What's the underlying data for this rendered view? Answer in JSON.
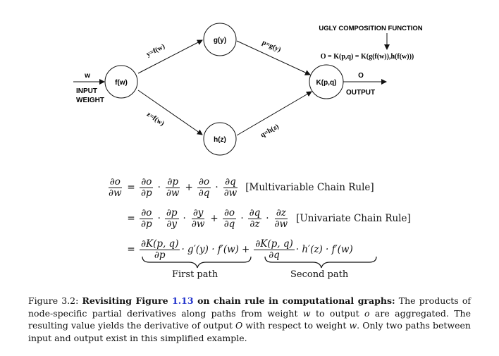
{
  "diagram": {
    "title": "UGLY COMPOSITION FUNCTION",
    "composition": "O = K(p,q) = K(g(f(w)),h(f(w)))",
    "input": {
      "symbol": "w",
      "label_line1": "INPUT",
      "label_line2": "WEIGHT"
    },
    "output": {
      "symbol": "O",
      "label": "OUTPUT"
    },
    "nodes": {
      "f": "f(w)",
      "g": "g(y)",
      "h": "h(z)",
      "K": "K(p,q)"
    },
    "edges": {
      "y": "y=f(w)",
      "z": "z=f(w)",
      "p": "p=g(y)",
      "q": "q=h(z)"
    }
  },
  "equations": {
    "lhs_num": "∂o",
    "lhs_den": "∂w",
    "row1": {
      "t1_num": "∂o",
      "t1_den": "∂p",
      "t2_num": "∂p",
      "t2_den": "∂w",
      "t3_num": "∂o",
      "t3_den": "∂q",
      "t4_num": "∂q",
      "t4_den": "∂w",
      "tag": "[Multivariable Chain Rule]"
    },
    "row2": {
      "a1n": "∂o",
      "a1d": "∂p",
      "a2n": "∂p",
      "a2d": "∂y",
      "a3n": "∂y",
      "a3d": "∂w",
      "b1n": "∂o",
      "b1d": "∂q",
      "b2n": "∂q",
      "b2d": "∂z",
      "b3n": "∂z",
      "b3d": "∂w",
      "tag": "[Univariate Chain Rule]"
    },
    "row3": {
      "k1n": "∂K(p, q)",
      "k1d": "∂p",
      "tail1": "· g′(y) · f′(w)",
      "k2n": "∂K(p, q)",
      "k2d": "∂q",
      "tail2": "· h′(z) · f′(w)"
    },
    "first_path": "First path",
    "second_path": "Second path"
  },
  "caption": {
    "prefix": "Figure 3.2: ",
    "bold1": "Revisiting Figure ",
    "ref": "1.13",
    "bold2": " on chain rule in computational graphs:",
    "text1": " The products of node-specific partial derivatives along paths from weight ",
    "w": "w",
    "text2": " to output ",
    "o": "o",
    "text3": " are aggregated. The resulting value yields the derivative of output ",
    "O": "O",
    "text4": " with respect to weight ",
    "w2": "w",
    "text5": ". Only two paths between input and output exist in this simplified example."
  }
}
